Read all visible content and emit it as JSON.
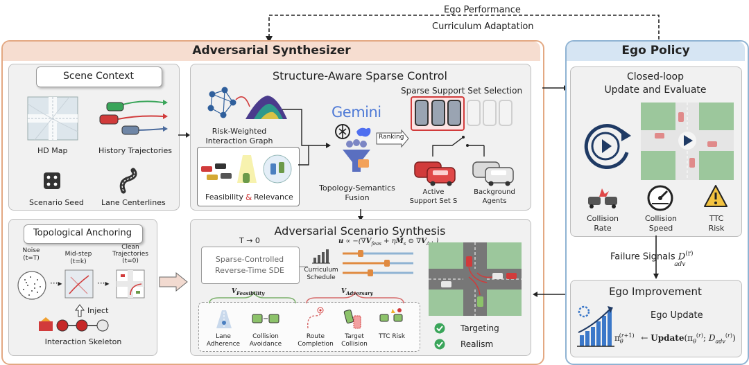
{
  "top": {
    "ego_performance": "Ego Performance",
    "curriculum_adaptation": "Curriculum Adaptation"
  },
  "synth": {
    "title": "Adversarial Synthesizer",
    "scene": {
      "title": "Scene Context",
      "hd_map": "HD Map",
      "history": "History Trajectories",
      "seed": "Scenario Seed",
      "lanes": "Lane Centerlines"
    },
    "sparse": {
      "title": "Structure-Aware Sparse Control",
      "graph_label": "Risk-Weighted\nInteraction Graph",
      "feasibility": "Feasibility",
      "amp": "&",
      "relevance": "Relevance",
      "gemini": "Gemini",
      "ranking": "Ranking",
      "fusion": "Topology-Semantics\nFusion",
      "support_title": "Sparse Support Set Selection",
      "active": "Active\nSupport Set S",
      "background": "Background\nAgents"
    },
    "anchor": {
      "title": "Topological Anchoring",
      "noise": "Noise\n(t=T)",
      "mid": "Mid-step\n(t=k)",
      "clean": "Clean\nTrajectories\n(t=0)",
      "inject": "Inject",
      "skeleton": "Interaction Skeleton"
    },
    "adv": {
      "title": "Adversarial Scenario Synthesis",
      "t_arrow": "T → 0",
      "sde": "Sparse-Controlled\nReverse-Time SDE",
      "curriculum": "Curriculum\nSchedule",
      "formula": "u ∝ −(∇V",
      "formula_full": "u ∝ −(∇Vfeas + ηMs ⊙ ∇VAdv)",
      "v_feas": "VFeasibility",
      "v_adv": "VAdversary",
      "items": [
        "Lane\nAdherence",
        "Collision\nAvoidance",
        "Route\nCompletion",
        "Target\nCollision",
        "TTC Risk"
      ],
      "targeting": "Targeting",
      "realism": "Realism"
    }
  },
  "ego": {
    "title": "Ego Policy",
    "closed_loop": "Closed-loop\nUpdate and Evaluate",
    "metrics": [
      "Collision\nRate",
      "Collision\nSpeed",
      "TTC\nRisk"
    ],
    "failure": "Failure Signals",
    "failure_sym": "D",
    "failure_sup": "(r)",
    "failure_sub": "adv",
    "improvement": "Ego Improvement",
    "update": "Ego Update",
    "update_formula": "πθ(r+1) ← Update(πθ(r); Dadv(r))"
  },
  "colors": {
    "synth_border": "#e3a882",
    "synth_header": "#f6ddd0",
    "ego_border": "#8fb3d3",
    "ego_header": "#d6e5f3",
    "panel_bg": "#f1f1f1",
    "red": "#d13b3b",
    "green": "#4a9b3a",
    "blue": "#2f5f9c"
  }
}
